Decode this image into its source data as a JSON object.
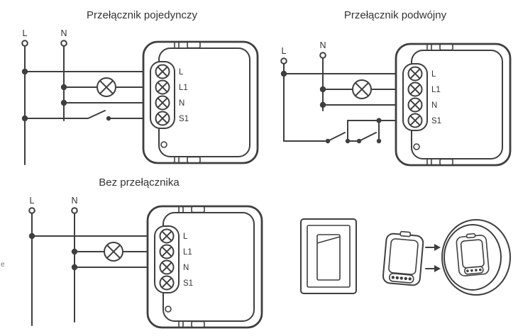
{
  "page": {
    "background": "#ffffff"
  },
  "diagrams": {
    "single": {
      "title": "Przełącznik pojedynczy",
      "line_l": "L",
      "line_n": "N"
    },
    "double": {
      "title": "Przełącznik podwójny",
      "line_l": "L",
      "line_n": "N"
    },
    "no_switch": {
      "title": "Bez przełącznika",
      "line_l": "L",
      "line_n": "N"
    }
  },
  "module_terminals": [
    "L",
    "L1",
    "N",
    "S1"
  ],
  "edge_fragment": "e",
  "colors": {
    "line": "#3f3f3f",
    "text": "#333333"
  },
  "icons": {
    "lamp": "circle-with-diagonal-cross",
    "screw": "phillips-screw-terminal",
    "arrow": "right-arrow",
    "switch": "open-lever-contact"
  }
}
